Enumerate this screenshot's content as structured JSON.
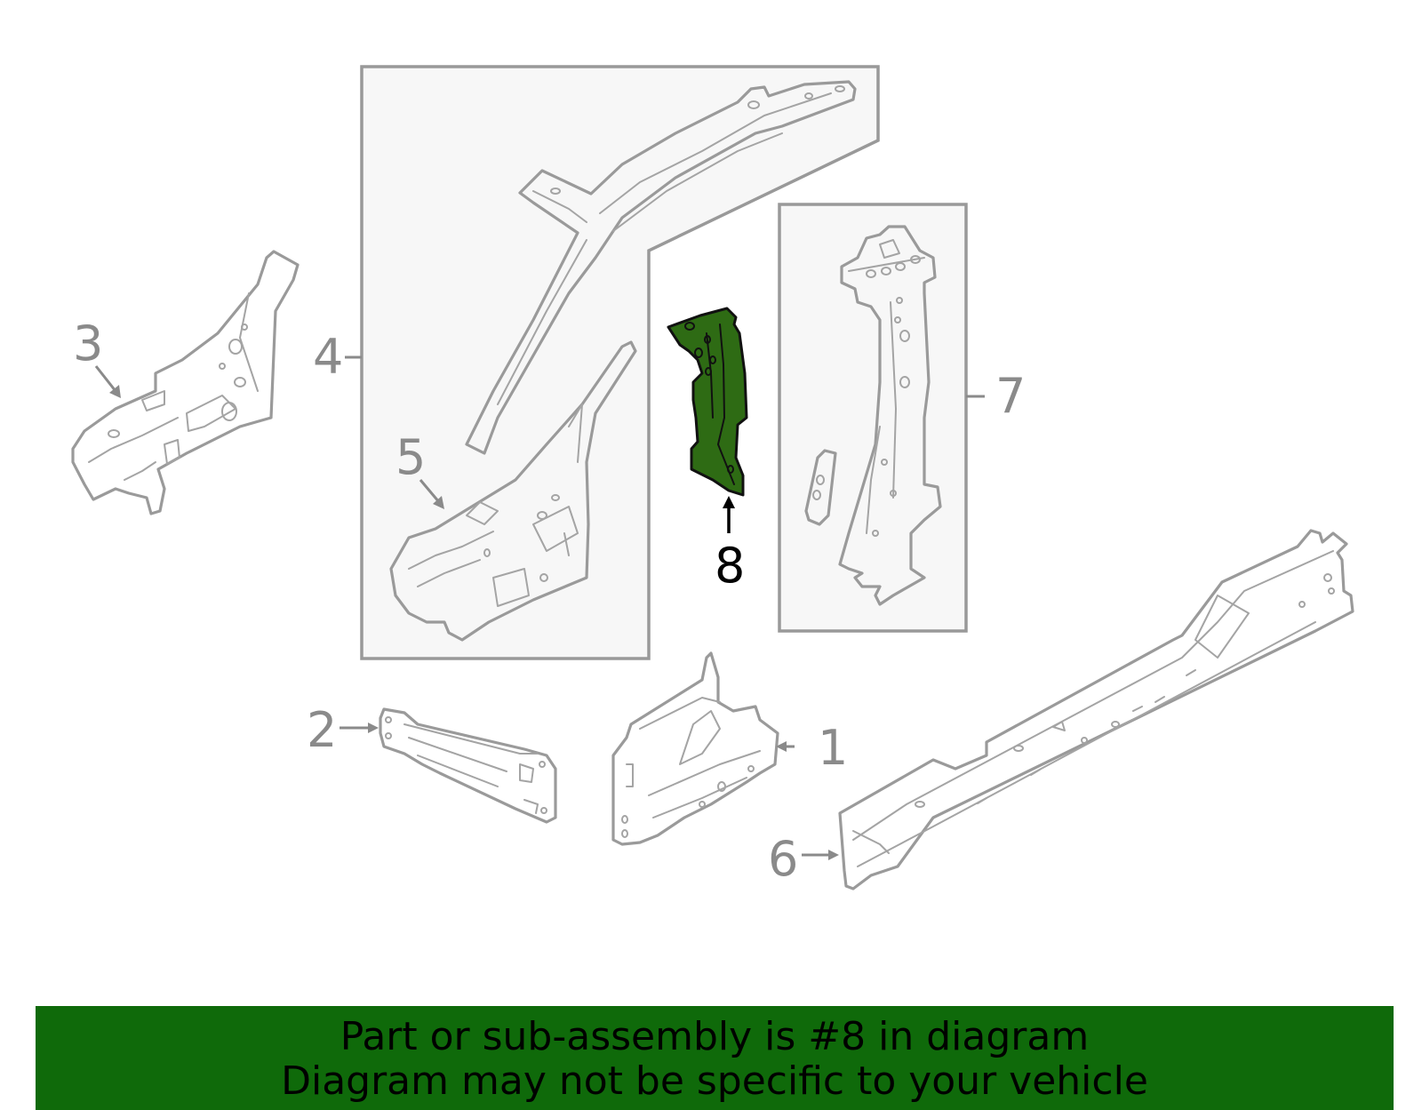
{
  "diagram": {
    "callouts": {
      "c1": "1",
      "c2": "2",
      "c3": "3",
      "c4": "4",
      "c5": "5",
      "c6": "6",
      "c7": "7",
      "c8": "8"
    },
    "highlighted_part": "8",
    "highlight_color": "#2e6b14",
    "part_line_color": "#9a9a9a",
    "box_fill_color": "#f7f7f7"
  },
  "banner": {
    "line1": "Part or sub-assembly is #8 in diagram",
    "line2": "Diagram may not be specific to your vehicle",
    "background_color": "#0f6a0a"
  }
}
